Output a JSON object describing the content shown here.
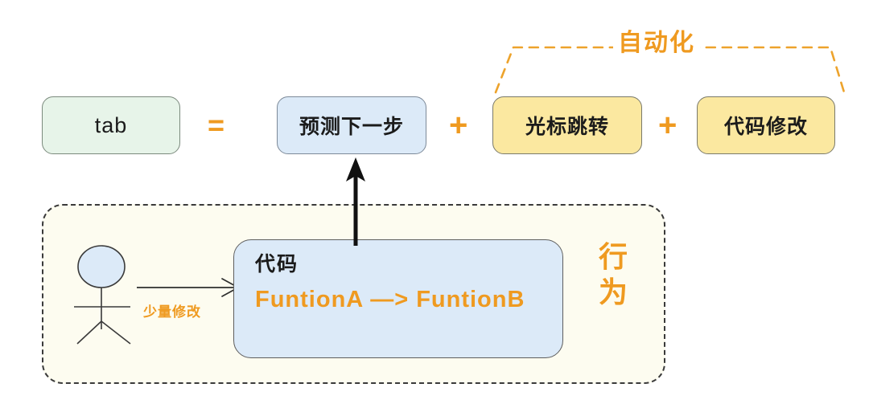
{
  "diagram": {
    "title_concept": "tab",
    "equation": {
      "left_box": {
        "label": "tab",
        "color": "#e7f4e9"
      },
      "equals": "=",
      "terms": [
        {
          "label": "预测下一步",
          "color": "#dceaf8",
          "automated": false
        },
        {
          "label": "光标跳转",
          "color": "#fbe8a0",
          "automated": true
        },
        {
          "label": "代码修改",
          "color": "#fbe8a0",
          "automated": true
        }
      ],
      "plus": "+"
    },
    "automation_group": {
      "label": "自动化",
      "color": "#ef9a20",
      "covers": [
        "光标跳转",
        "代码修改"
      ]
    },
    "behavior_region": {
      "label_lines": [
        "行",
        "为"
      ],
      "label_color": "#ef9a20",
      "background": "#fdfcf0",
      "border_style": "dashed"
    },
    "actor": {
      "name": "user-stick-figure",
      "head_fill": "#dceaf8"
    },
    "edit_flow": {
      "arrow_label": "少量修改",
      "arrow_label_color": "#ef9a20"
    },
    "code_box": {
      "title": "代码",
      "body": "FuntionA —> FuntionB",
      "body_color": "#ef9a20",
      "background": "#dceaf8"
    }
  }
}
